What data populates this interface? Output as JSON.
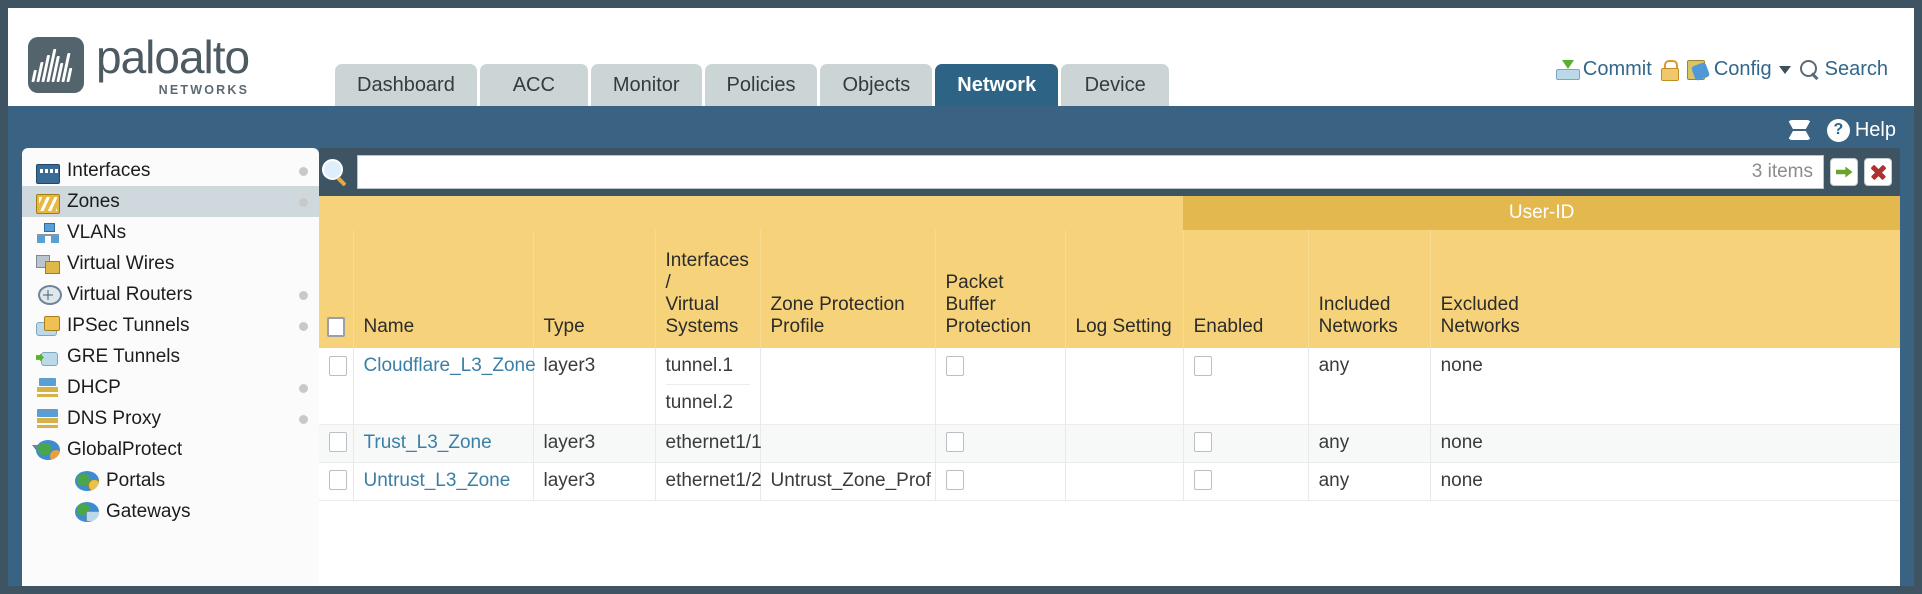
{
  "brand": {
    "name": "paloalto",
    "tagline": "NETWORKS"
  },
  "nav": {
    "tabs": [
      {
        "label": "Dashboard",
        "active": false
      },
      {
        "label": "ACC",
        "active": false
      },
      {
        "label": "Monitor",
        "active": false
      },
      {
        "label": "Policies",
        "active": false
      },
      {
        "label": "Objects",
        "active": false
      },
      {
        "label": "Network",
        "active": true
      },
      {
        "label": "Device",
        "active": false
      }
    ]
  },
  "header_actions": {
    "commit": "Commit",
    "config": "Config",
    "search": "Search",
    "lock_icon": "lock-icon",
    "commit_icon": "commit-icon",
    "config_icon": "config-icon",
    "search_icon": "search-icon",
    "caret_icon": "chevron-down-icon"
  },
  "utility": {
    "refresh_icon": "refresh-icon",
    "help": "Help",
    "help_icon": "help-icon"
  },
  "sidebar": {
    "items": [
      {
        "label": "Interfaces",
        "icon": "interfaces-icon",
        "selected": false,
        "dot": true,
        "child": false,
        "twisty": false
      },
      {
        "label": "Zones",
        "icon": "zones-icon",
        "selected": true,
        "dot": true,
        "child": false,
        "twisty": false
      },
      {
        "label": "VLANs",
        "icon": "vlans-icon",
        "selected": false,
        "dot": false,
        "child": false,
        "twisty": false
      },
      {
        "label": "Virtual Wires",
        "icon": "virtual-wires-icon",
        "selected": false,
        "dot": false,
        "child": false,
        "twisty": false
      },
      {
        "label": "Virtual Routers",
        "icon": "virtual-routers-icon",
        "selected": false,
        "dot": true,
        "child": false,
        "twisty": false
      },
      {
        "label": "IPSec Tunnels",
        "icon": "ipsec-tunnels-icon",
        "selected": false,
        "dot": true,
        "child": false,
        "twisty": false
      },
      {
        "label": "GRE Tunnels",
        "icon": "gre-tunnels-icon",
        "selected": false,
        "dot": false,
        "child": false,
        "twisty": false
      },
      {
        "label": "DHCP",
        "icon": "dhcp-icon",
        "selected": false,
        "dot": true,
        "child": false,
        "twisty": false
      },
      {
        "label": "DNS Proxy",
        "icon": "dns-proxy-icon",
        "selected": false,
        "dot": true,
        "child": false,
        "twisty": false
      },
      {
        "label": "GlobalProtect",
        "icon": "globalprotect-icon",
        "selected": false,
        "dot": false,
        "child": false,
        "twisty": true
      },
      {
        "label": "Portals",
        "icon": "portals-icon",
        "selected": false,
        "dot": false,
        "child": true,
        "twisty": false
      },
      {
        "label": "Gateways",
        "icon": "gateways-icon",
        "selected": false,
        "dot": false,
        "child": true,
        "twisty": false
      }
    ]
  },
  "search": {
    "value": "",
    "placeholder": "",
    "item_count": "3 items",
    "go_label": "go",
    "clear_label": "clear",
    "magnifier_icon": "magnifier-icon",
    "go_icon": "arrow-right-icon",
    "clear_icon": "close-icon"
  },
  "table": {
    "group_header": "User-ID",
    "columns": [
      "Name",
      "Type",
      "Interfaces / Virtual Systems",
      "Zone Protection Profile",
      "Packet Buffer Protection",
      "Log Setting",
      "Enabled",
      "Included Networks",
      "Excluded Networks"
    ],
    "columns_multiline": {
      "name": "Name",
      "type": "Type",
      "interfaces_l1": "Interfaces /",
      "interfaces_l2": "Virtual",
      "interfaces_l3": "Systems",
      "zone_protection_l1": "Zone Protection",
      "zone_protection_l2": "Profile",
      "packet_buffer_l1": "Packet Buffer",
      "packet_buffer_l2": "Protection",
      "log_setting": "Log Setting",
      "enabled": "Enabled",
      "included_l1": "Included",
      "included_l2": "Networks",
      "excluded_l1": "Excluded",
      "excluded_l2": "Networks"
    },
    "rows": [
      {
        "name": "Cloudflare_L3_Zone",
        "type": "layer3",
        "interfaces": [
          "tunnel.1",
          "tunnel.2"
        ],
        "zone_protection_profile": "",
        "packet_buffer_protection": false,
        "log_setting": "",
        "userid_enabled": false,
        "included_networks": "any",
        "excluded_networks": "none"
      },
      {
        "name": "Trust_L3_Zone",
        "type": "layer3",
        "interfaces": [
          "ethernet1/1"
        ],
        "zone_protection_profile": "",
        "packet_buffer_protection": false,
        "log_setting": "",
        "userid_enabled": false,
        "included_networks": "any",
        "excluded_networks": "none"
      },
      {
        "name": "Untrust_L3_Zone",
        "type": "layer3",
        "interfaces": [
          "ethernet1/2"
        ],
        "zone_protection_profile": "Untrust_Zone_Prof",
        "packet_buffer_protection": false,
        "log_setting": "",
        "userid_enabled": false,
        "included_networks": "any",
        "excluded_networks": "none"
      }
    ]
  },
  "colors": {
    "accent_blue": "#2d6486",
    "body_blue": "#3a6283",
    "header_amber": "#f6d37a",
    "group_amber": "#e3b94f",
    "link_blue": "#3b7fa6"
  }
}
